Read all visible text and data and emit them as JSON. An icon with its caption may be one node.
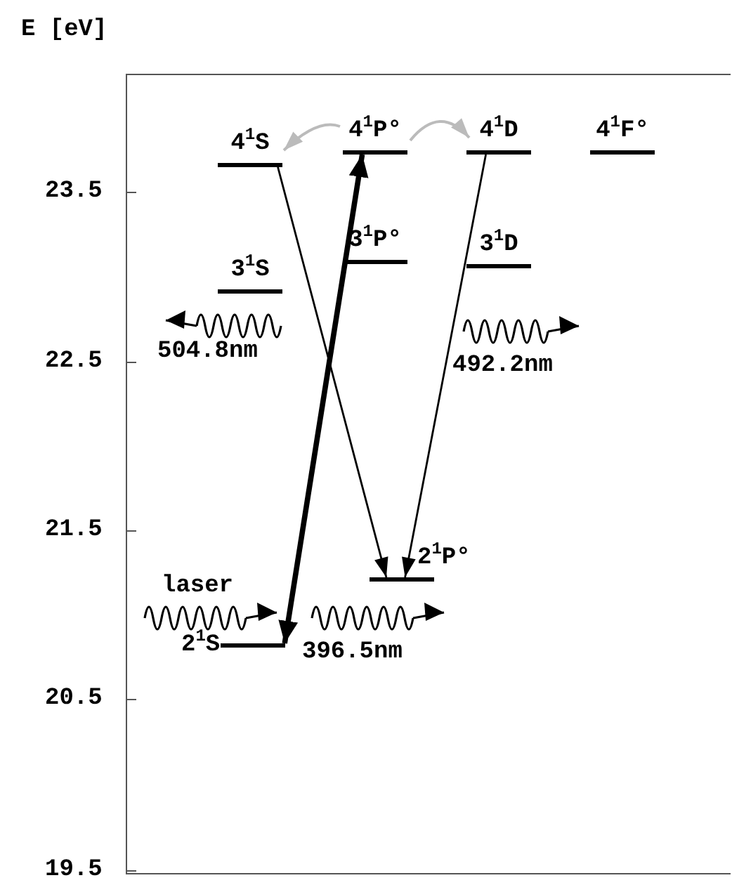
{
  "diagram": {
    "nodes": [
      {
        "text": [
          "4$^{1}$S"
        ]
      },
      {
        "text": [
          "4$^{1}$P°"
        ]
      },
      {
        "text": [
          "4$^{1}$D"
        ]
      },
      {
        "text": [
          "4$^{1}$F°"
        ]
      },
      {
        "text": [
          "3$^{1}$S"
        ]
      },
      {
        "text": [
          "3$^{1}$P°"
        ]
      },
      {
        "text": [
          "3$^{1}$D"
        ]
      },
      {
        "text": [
          "2$^{1}$P°"
        ]
      },
      {
        "text": [
          "2$^{1}$S"
        ]
      }
    ],
    "edges": [
      {
        "from": 8,
        "to": 1,
        "arrow": "both",
        "style": "thick"
      },
      {
        "from": 0,
        "to": 7,
        "arrow": "to"
      },
      {
        "from": 2,
        "to": 7,
        "arrow": "to"
      },
      {
        "from": 1,
        "to": 0,
        "arrow": "to",
        "color": "#bbbbbb"
      },
      {
        "from": 1,
        "to": 2,
        "arrow": "to",
        "color": "#bbbbbb"
      }
    ],
    "labels": [
      "E [eV]",
      "23.5",
      "22.5",
      "21.5",
      "20.5",
      "19.5",
      "504.8nm",
      "492.2nm",
      "laser",
      "396.5nm"
    ]
  }
}
